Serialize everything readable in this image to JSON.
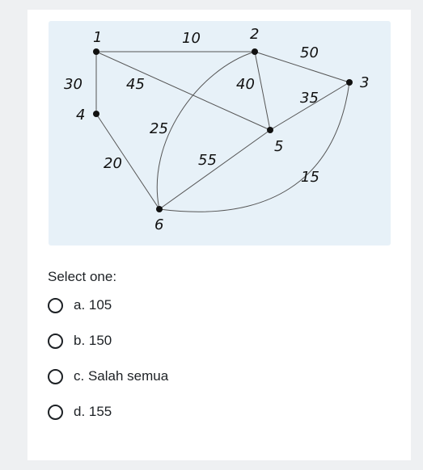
{
  "question": {
    "graph": {
      "nodes": [
        {
          "id": "n1",
          "label": "1"
        },
        {
          "id": "n2",
          "label": "2"
        },
        {
          "id": "n3",
          "label": "3"
        },
        {
          "id": "n4",
          "label": "4"
        },
        {
          "id": "n5",
          "label": "5"
        },
        {
          "id": "n6",
          "label": "6"
        }
      ],
      "edges": [
        {
          "from": "1",
          "to": "2",
          "weight": "10"
        },
        {
          "from": "1",
          "to": "4",
          "weight": "30"
        },
        {
          "from": "1",
          "to": "5",
          "weight": "45"
        },
        {
          "from": "2",
          "to": "3",
          "weight": "50"
        },
        {
          "from": "2",
          "to": "5",
          "weight": "40"
        },
        {
          "from": "2",
          "to": "6",
          "weight": "25"
        },
        {
          "from": "3",
          "to": "5",
          "weight": "35"
        },
        {
          "from": "3",
          "to": "6",
          "weight": "15"
        },
        {
          "from": "4",
          "to": "6",
          "weight": "20"
        },
        {
          "from": "5",
          "to": "6",
          "weight": "55"
        }
      ]
    },
    "prompt": "Select one:",
    "options": [
      {
        "label": "a. 105"
      },
      {
        "label": "b. 150"
      },
      {
        "label": "c. Salah semua"
      },
      {
        "label": "d. 155"
      }
    ]
  }
}
